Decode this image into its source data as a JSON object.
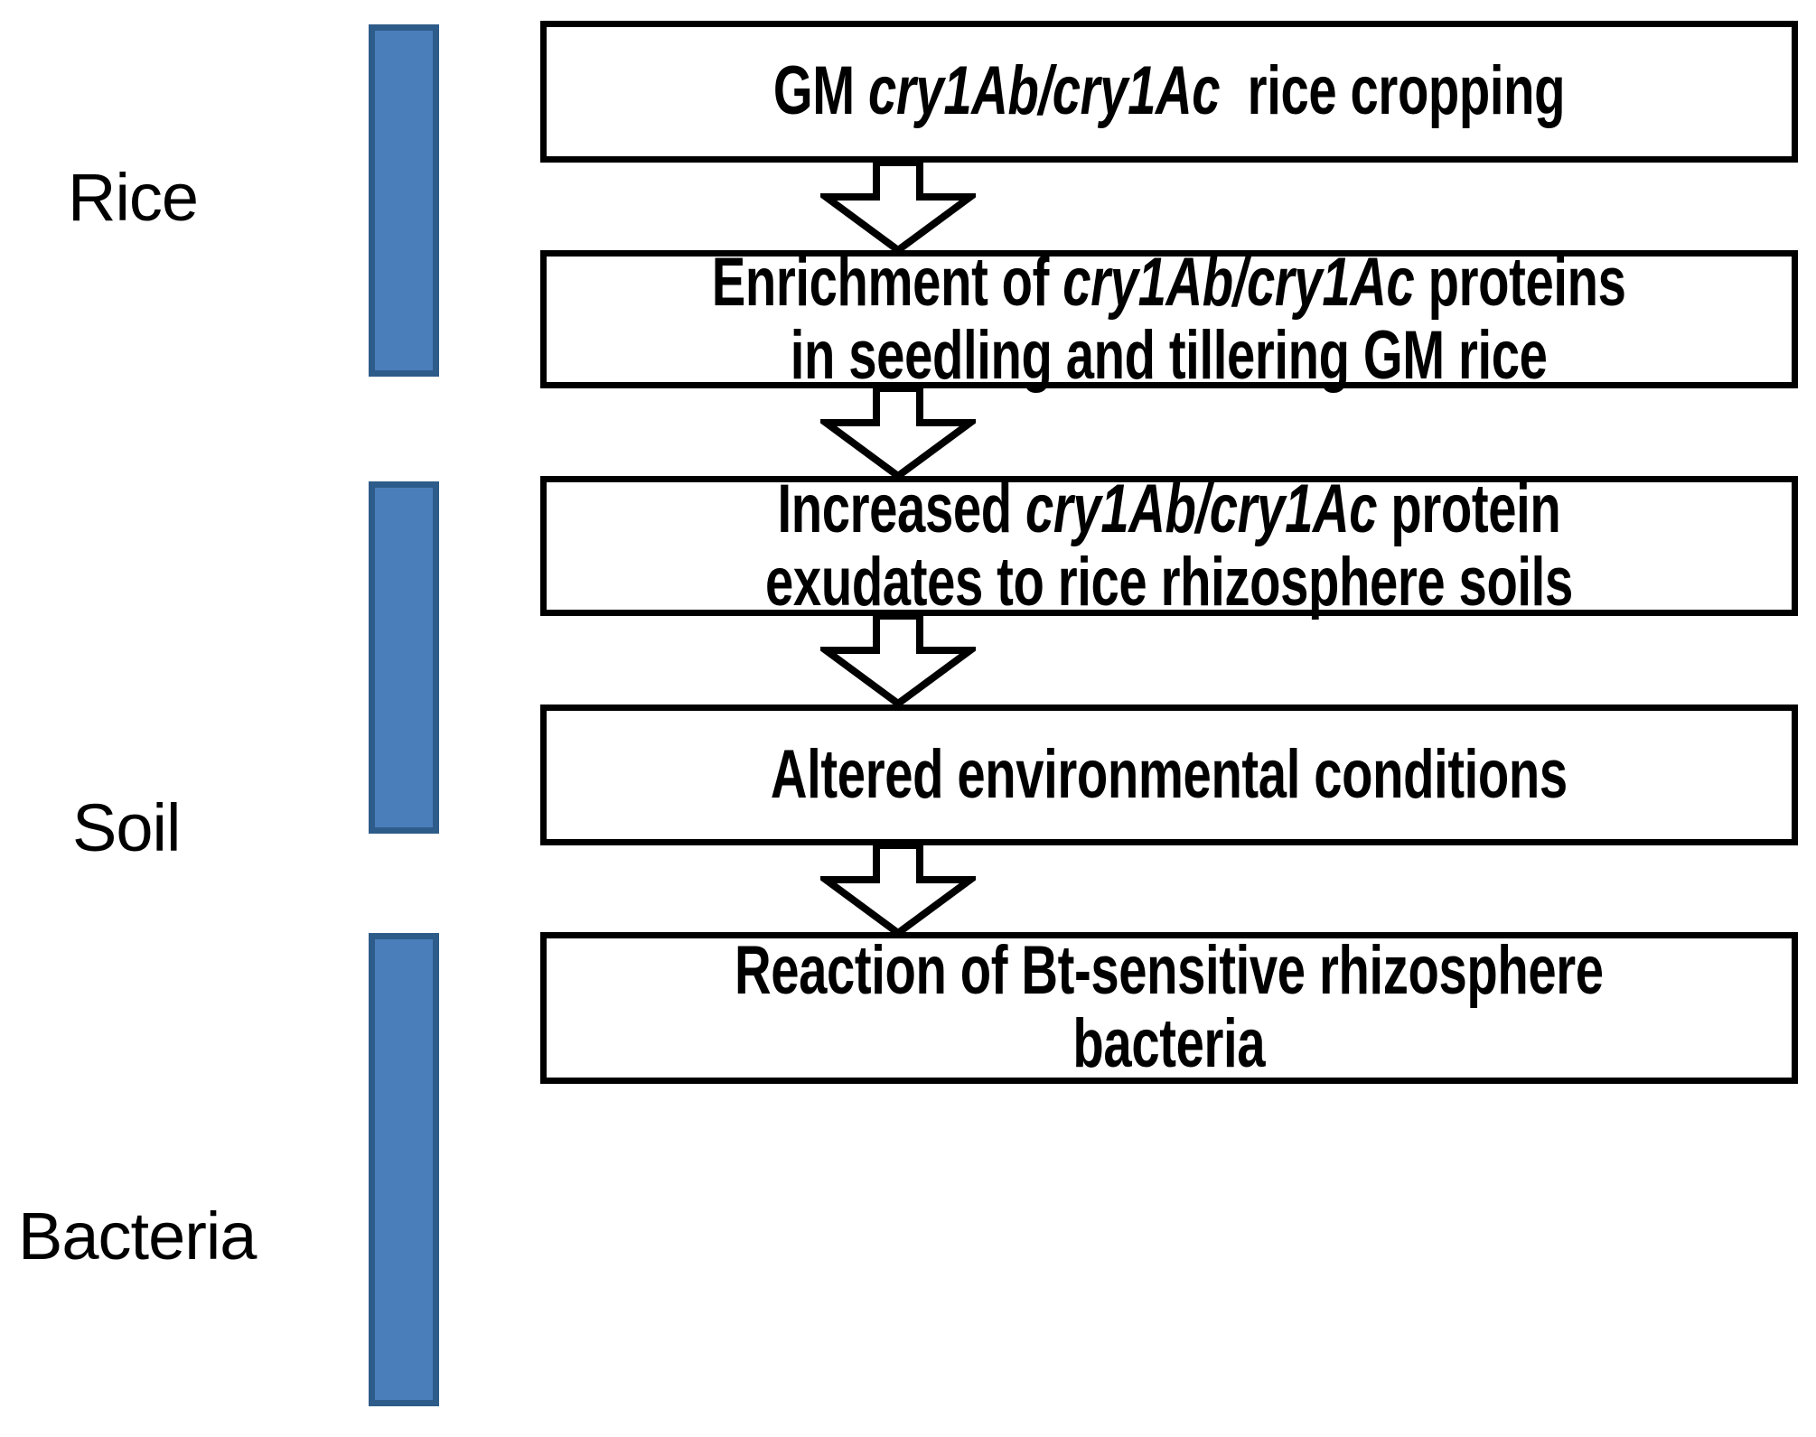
{
  "figure": {
    "type": "flowchart",
    "orientation": "vertical",
    "background_color": "#FFFFFF",
    "box_border_color": "#000000",
    "bar_fill_color": "#4A7EBB",
    "bar_border_color": "#2E5C8A",
    "text_color": "#000000"
  },
  "stages": [
    {
      "label": "Rice"
    },
    {
      "label": "Soil"
    },
    {
      "label": "Bacteria"
    }
  ],
  "nodes": [
    {
      "id": "node-1",
      "stage": "Rice",
      "lines": [
        [
          {
            "t": "GM ",
            "i": false
          },
          {
            "t": "cry1Ab/cry1Ac",
            "i": true
          },
          {
            "t": "  rice cropping",
            "i": false
          }
        ]
      ],
      "plain": "GM cry1Ab/cry1Ac  rice cropping"
    },
    {
      "id": "node-2",
      "stage": "Rice",
      "lines": [
        [
          {
            "t": "Enrichment of ",
            "i": false
          },
          {
            "t": "cry1Ab/cry1Ac",
            "i": true
          },
          {
            "t": " proteins",
            "i": false
          }
        ],
        [
          {
            "t": "in seedling and tillering GM rice",
            "i": false
          }
        ]
      ],
      "plain": "Enrichment of cry1Ab/cry1Ac proteins in seedling and tillering GM rice"
    },
    {
      "id": "node-3",
      "stage": "Soil",
      "lines": [
        [
          {
            "t": "Increased ",
            "i": false
          },
          {
            "t": "cry1Ab/cry1Ac",
            "i": true
          },
          {
            "t": " protein",
            "i": false
          }
        ],
        [
          {
            "t": "exudates to rice rhizosphere soils",
            "i": false
          }
        ]
      ],
      "plain": "Increased cry1Ab/cry1Ac protein exudates to rice rhizosphere soils"
    },
    {
      "id": "node-4",
      "stage": "Soil",
      "lines": [
        [
          {
            "t": "Altered environmental conditions",
            "i": false
          }
        ]
      ],
      "plain": "Altered environmental conditions"
    },
    {
      "id": "node-5",
      "stage": "Bacteria",
      "lines": [
        [
          {
            "t": "Reaction of Bt-sensitive rhizosphere",
            "i": false
          }
        ],
        [
          {
            "t": "bacteria",
            "i": false
          }
        ]
      ],
      "plain": "Reaction of Bt-sensitive rhizosphere bacteria"
    }
  ],
  "connectors": [
    {
      "from": "node-1",
      "to": "node-2",
      "glyph": "down-block-arrow"
    },
    {
      "from": "node-2",
      "to": "node-3",
      "glyph": "down-block-arrow"
    },
    {
      "from": "node-3",
      "to": "node-4",
      "glyph": "down-block-arrow"
    },
    {
      "from": "node-4",
      "to": "node-5",
      "glyph": "down-block-arrow"
    }
  ]
}
